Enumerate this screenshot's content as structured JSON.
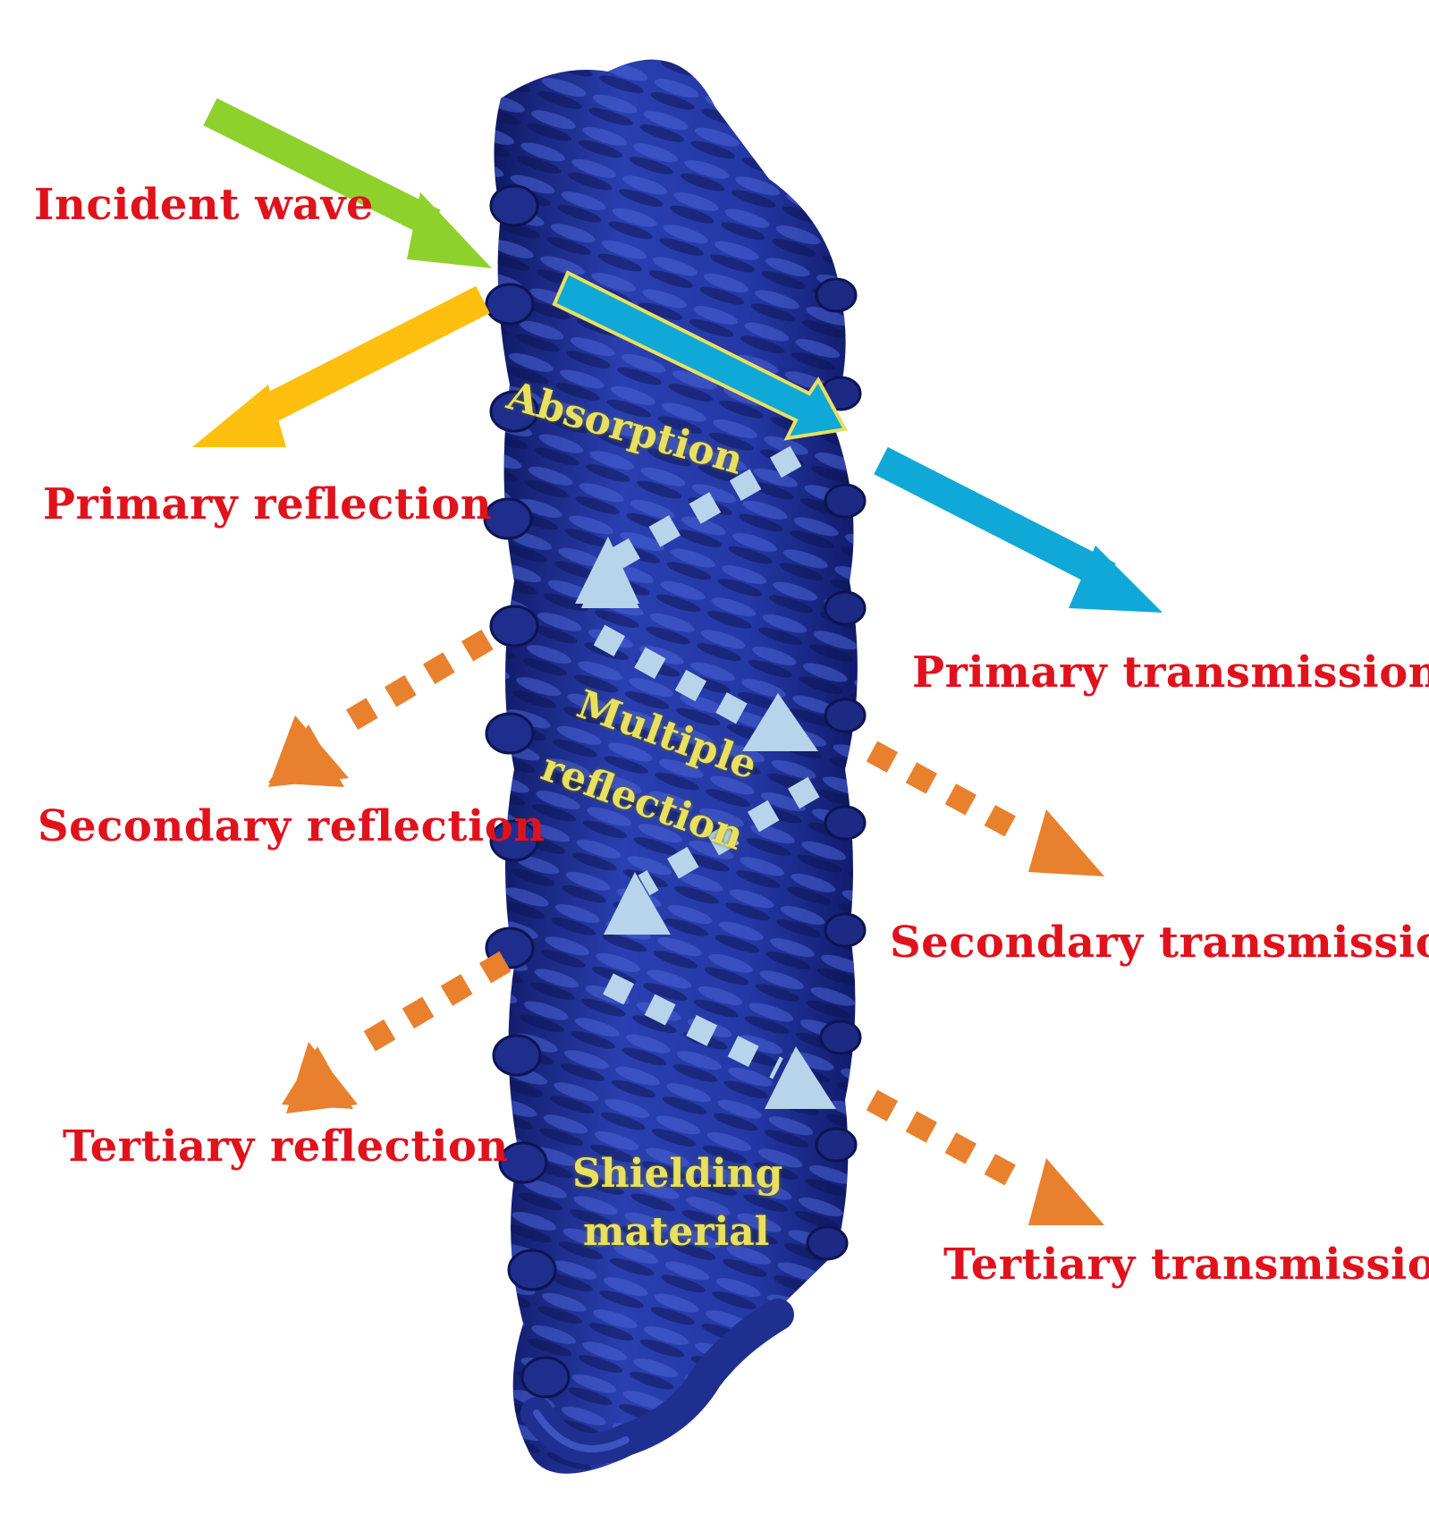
{
  "colors": {
    "label_red": "#e0121c",
    "material_blue": "#1e2f8f",
    "incident_green": "#8fd12c",
    "reflection_yellow": "#ffbf0e",
    "transmission_cyan": "#10a8d6",
    "secondary_orange": "#e8802e",
    "internal_lightblue": "#b8d4ea",
    "inner_text_yellow": "#e8e060"
  },
  "labels": {
    "incident": "Incident wave",
    "primary_reflection": "Primary reflection",
    "primary_transmission": "Primary transmission",
    "secondary_reflection": "Secondary reflection",
    "secondary_transmission": "Secondary transmission",
    "tertiary_reflection": "Tertiary reflection",
    "tertiary_transmission": "Tertiary transmission"
  },
  "inner_labels": {
    "absorption": "Absorption",
    "multiple_line1": "Multiple",
    "multiple_line2": "reflection",
    "shielding_line1": "Shielding",
    "shielding_line2": "material"
  }
}
